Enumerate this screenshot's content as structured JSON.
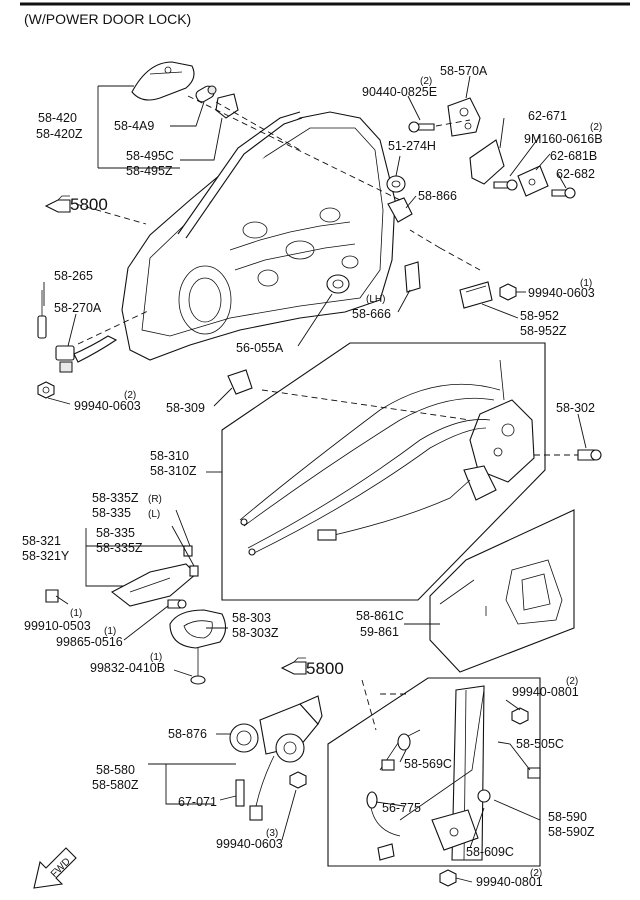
{
  "header": {
    "title": "(W/POWER DOOR LOCK)"
  },
  "refs": {
    "ref_top": "5800",
    "ref_bottom": "5800"
  },
  "labels": {
    "l_58_570A": "58-570A",
    "l_q2_a": "(2)",
    "l_90440": "90440-0825E",
    "l_62_671": "62-671",
    "l_q2_b": "(2)",
    "l_9M160": "9M160-0616B",
    "l_62_681B": "62-681B",
    "l_62_682": "62-682",
    "l_58_420": "58-420",
    "l_58_420Z": "58-420Z",
    "l_58_4A9": "58-4A9",
    "l_58_495C": "58-495C",
    "l_58_495Z": "58-495Z",
    "l_51_274H": "51-274H",
    "l_58_866": "58-866",
    "l_58_265": "58-265",
    "l_58_270A": "58-270A",
    "l_q1_a": "(1)",
    "l_99940_0603_a": "99940-0603",
    "l_LH": "(LH)",
    "l_58_666": "58-666",
    "l_58_952": "58-952",
    "l_58_952Z": "58-952Z",
    "l_56_055A": "56-055A",
    "l_q2_c": "(2)",
    "l_99940_0603_b": "99940-0603",
    "l_58_309": "58-309",
    "l_58_302": "58-302",
    "l_58_310": "58-310",
    "l_58_310Z": "58-310Z",
    "l_58_335Z_R": "58-335Z",
    "l_R": "(R)",
    "l_58_335_L": "58-335",
    "l_L": "(L)",
    "l_58_321": "58-321",
    "l_58_321Y": "58-321Y",
    "l_58_335": "58-335",
    "l_58_335Z": "58-335Z",
    "l_q1_b": "(1)",
    "l_99910": "99910-0503",
    "l_q1_c": "(1)",
    "l_99865": "99865-0516",
    "l_58_303": "58-303",
    "l_58_303Z": "58-303Z",
    "l_58_861C": "58-861C",
    "l_59_861": "59-861",
    "l_q1_d": "(1)",
    "l_99832": "99832-0410B",
    "l_q2_d": "(2)",
    "l_99940_0801_a": "99940-0801",
    "l_58_876": "58-876",
    "l_58_505C": "58-505C",
    "l_58_580": "58-580",
    "l_58_580Z": "58-580Z",
    "l_58_569C": "58-569C",
    "l_67_071": "67-071",
    "l_56_775": "56-775",
    "l_58_590": "58-590",
    "l_58_590Z": "58-590Z",
    "l_q3": "(3)",
    "l_99940_0603_c": "99940-0603",
    "l_58_609C": "58-609C",
    "l_q2_e": "(2)",
    "l_99940_0801_b": "99940-0801",
    "l_fwd": "FWD"
  }
}
